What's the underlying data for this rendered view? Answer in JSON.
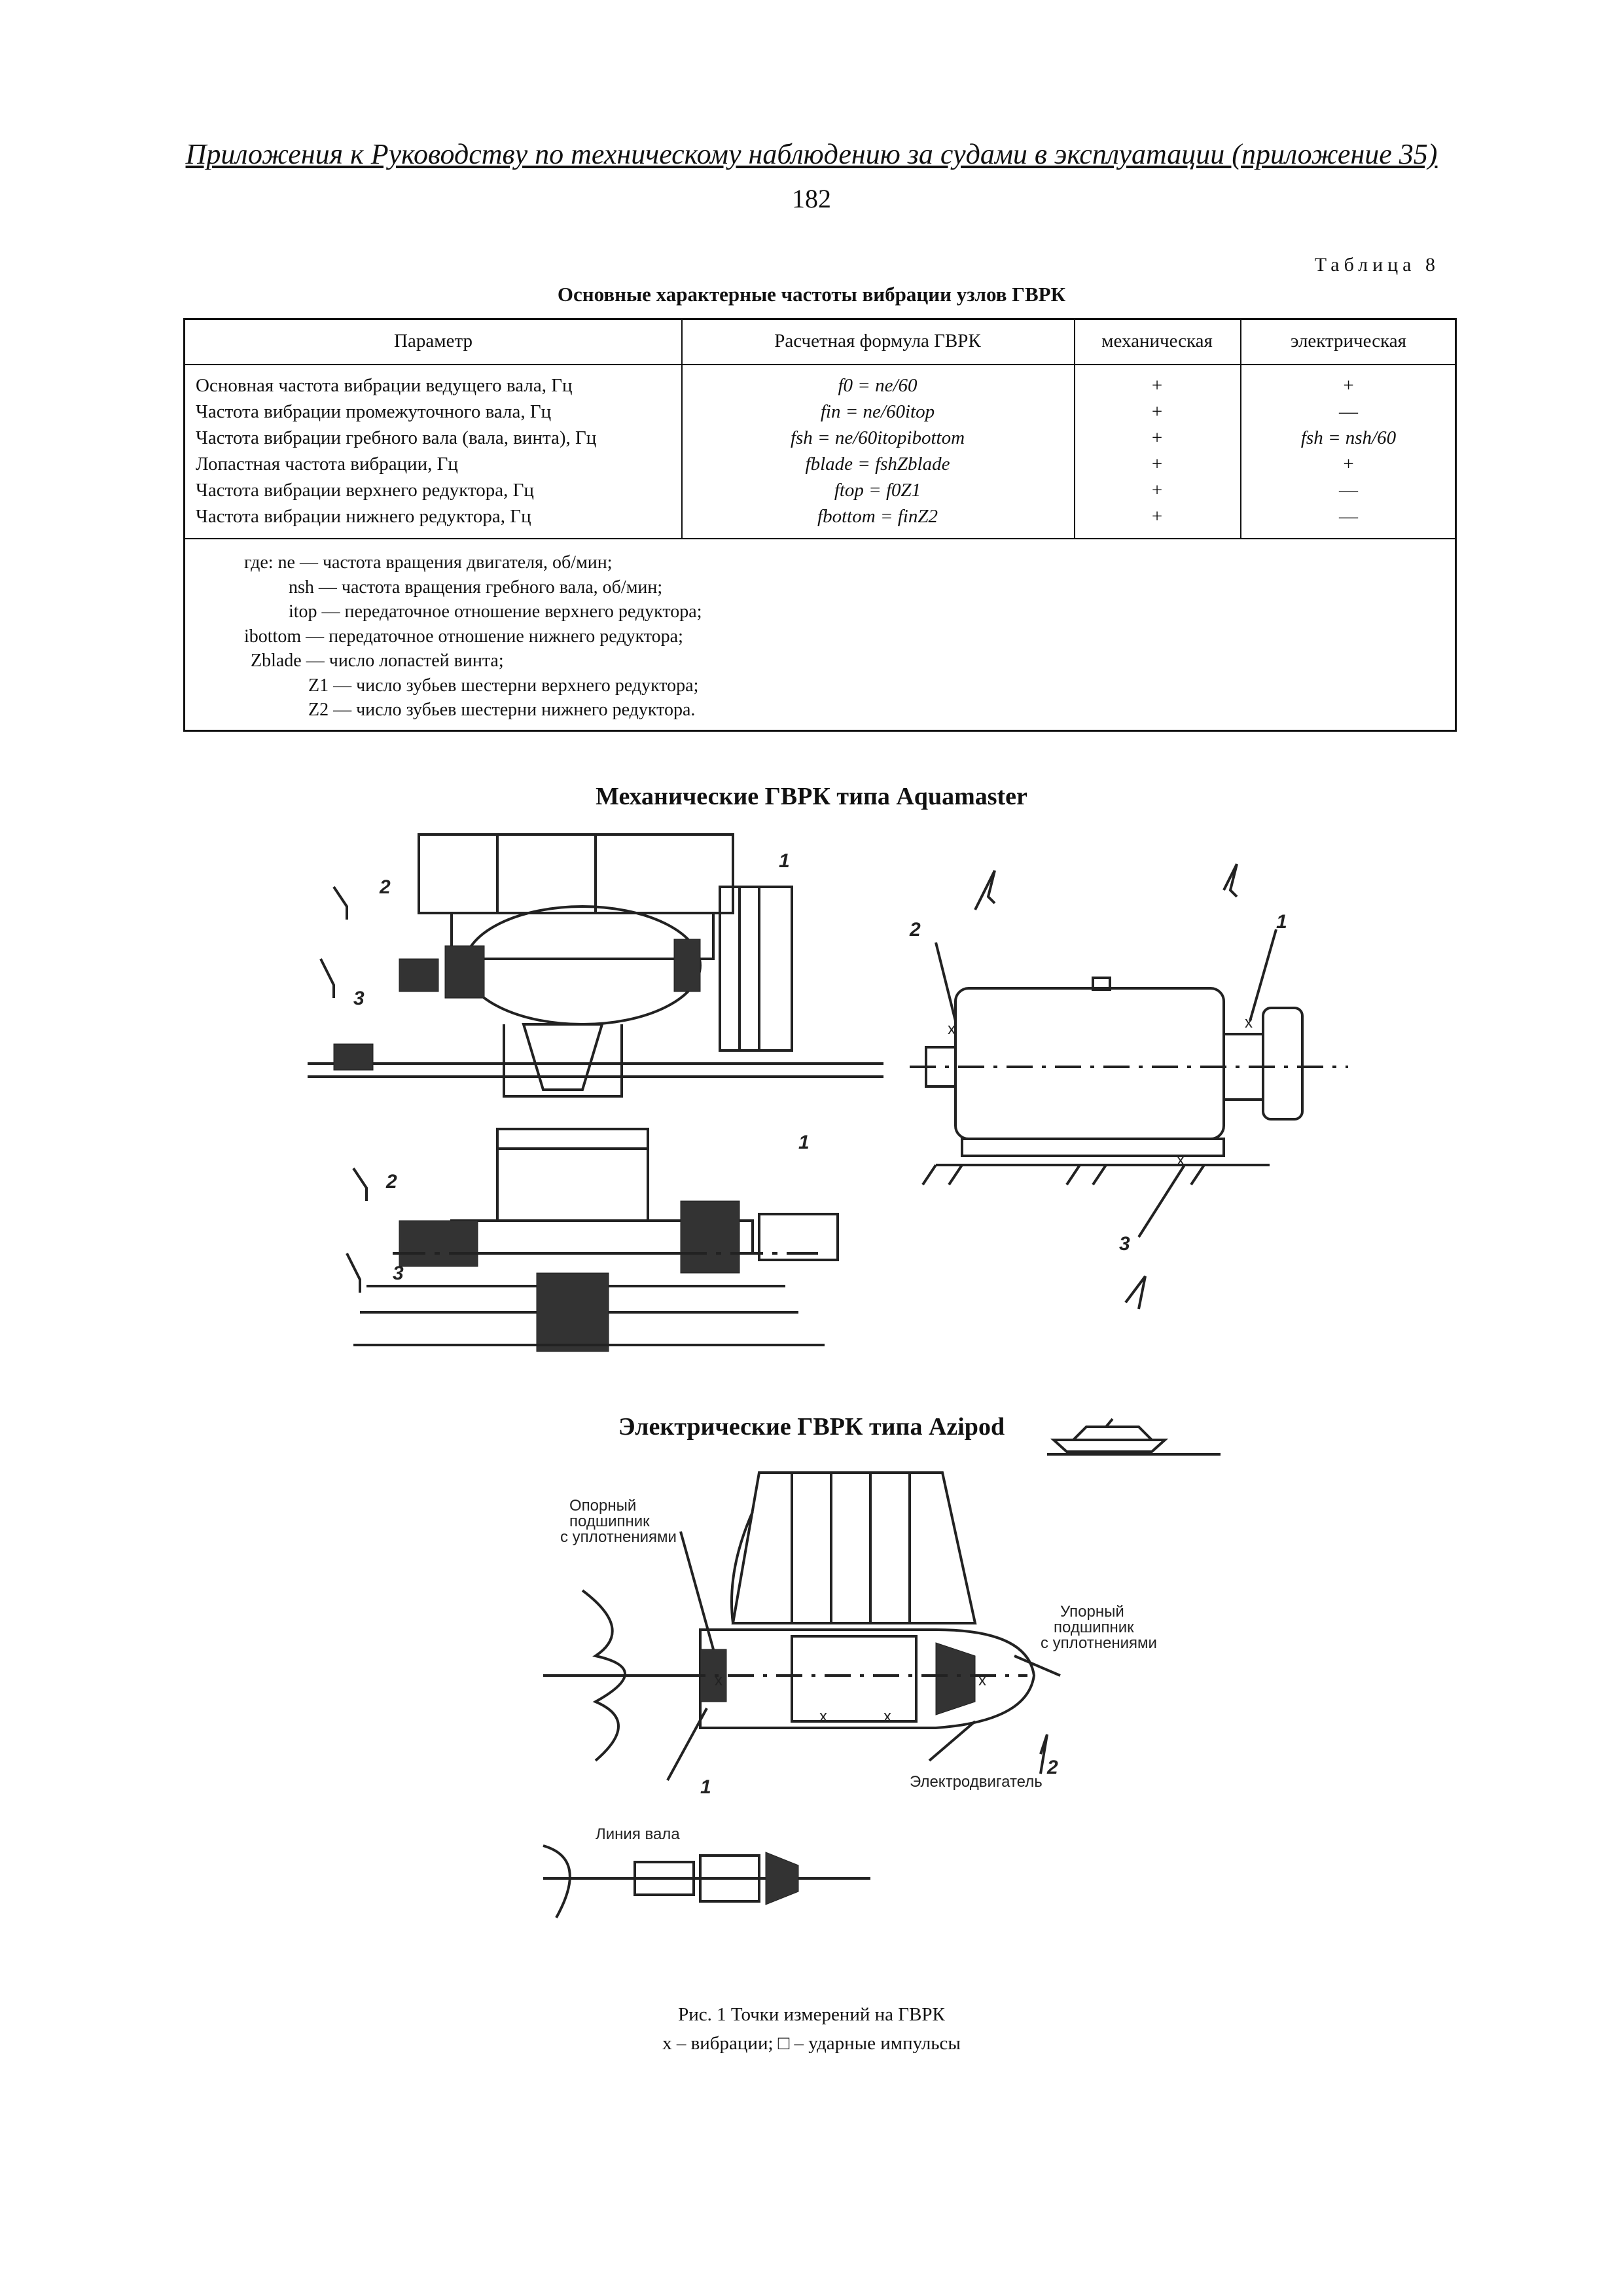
{
  "header": {
    "running_title": "Приложения к Руководству по техническому наблюдению за судами в эксплуатации (приложение 35)",
    "page_number": "182"
  },
  "table": {
    "label": "Таблица 8",
    "title": "Основные характерные частоты вибрации узлов ГВРК",
    "columns": [
      "Параметр",
      "Расчетная формула ГВРК",
      "механическая",
      "электрическая"
    ],
    "rows": [
      {
        "param": "Основная частота вибрации ведущего вала, Гц",
        "formula": "f0 = ne/60",
        "mech": "+",
        "elec": "+"
      },
      {
        "param": "Частота вибрации промежуточного вала, Гц",
        "formula": "fin = ne/60itop",
        "mech": "+",
        "elec": "—"
      },
      {
        "param": "Частота вибрации гребного вала (вала, винта), Гц",
        "formula": "fsh = ne/60itopibottom",
        "mech": "+",
        "elec": "fsh = nsh/60"
      },
      {
        "param": "Лопастная частота вибрации, Гц",
        "formula": "fblade = fshZblade",
        "mech": "+",
        "elec": "+"
      },
      {
        "param": "Частота вибрации верхнего редуктора, Гц",
        "formula": "ftop = f0Z1",
        "mech": "+",
        "elec": "—"
      },
      {
        "param": "Частота вибрации нижнего редуктора, Гц",
        "formula": "fbottom = finZ2",
        "mech": "+",
        "elec": "—"
      }
    ],
    "legend": [
      "где: ne — частота вращения двигателя, об/мин;",
      "nsh — частота вращения гребного вала, об/мин;",
      "itop — передаточное отношение верхнего редуктора;",
      "ibottom — передаточное отношение нижнего редуктора;",
      "Zblade — число лопастей винта;",
      "Z1 — число зубьев шестерни верхнего редуктора;",
      "Z2 — число зубьев шестерни нижнего редуктора."
    ]
  },
  "figures": {
    "mechanical_title": "Механические ГВРК типа Aquamaster",
    "electrical_title": "Электрические ГВРК типа Azipod",
    "point_labels": [
      "1",
      "2",
      "3"
    ],
    "azipod_labels": {
      "support_bearing": [
        "Опорный",
        "подшипник",
        "с уплотнениями"
      ],
      "thrust_bearing": [
        "Упорный",
        "подшипник",
        "с уплотнениями"
      ],
      "motor": "Электродвигатель",
      "shaft_line": "Линия вала"
    },
    "caption_line1": "Рис. 1 Точки измерений на ГВРК",
    "caption_line2": "х – вибрации; □ – ударные импульсы"
  }
}
